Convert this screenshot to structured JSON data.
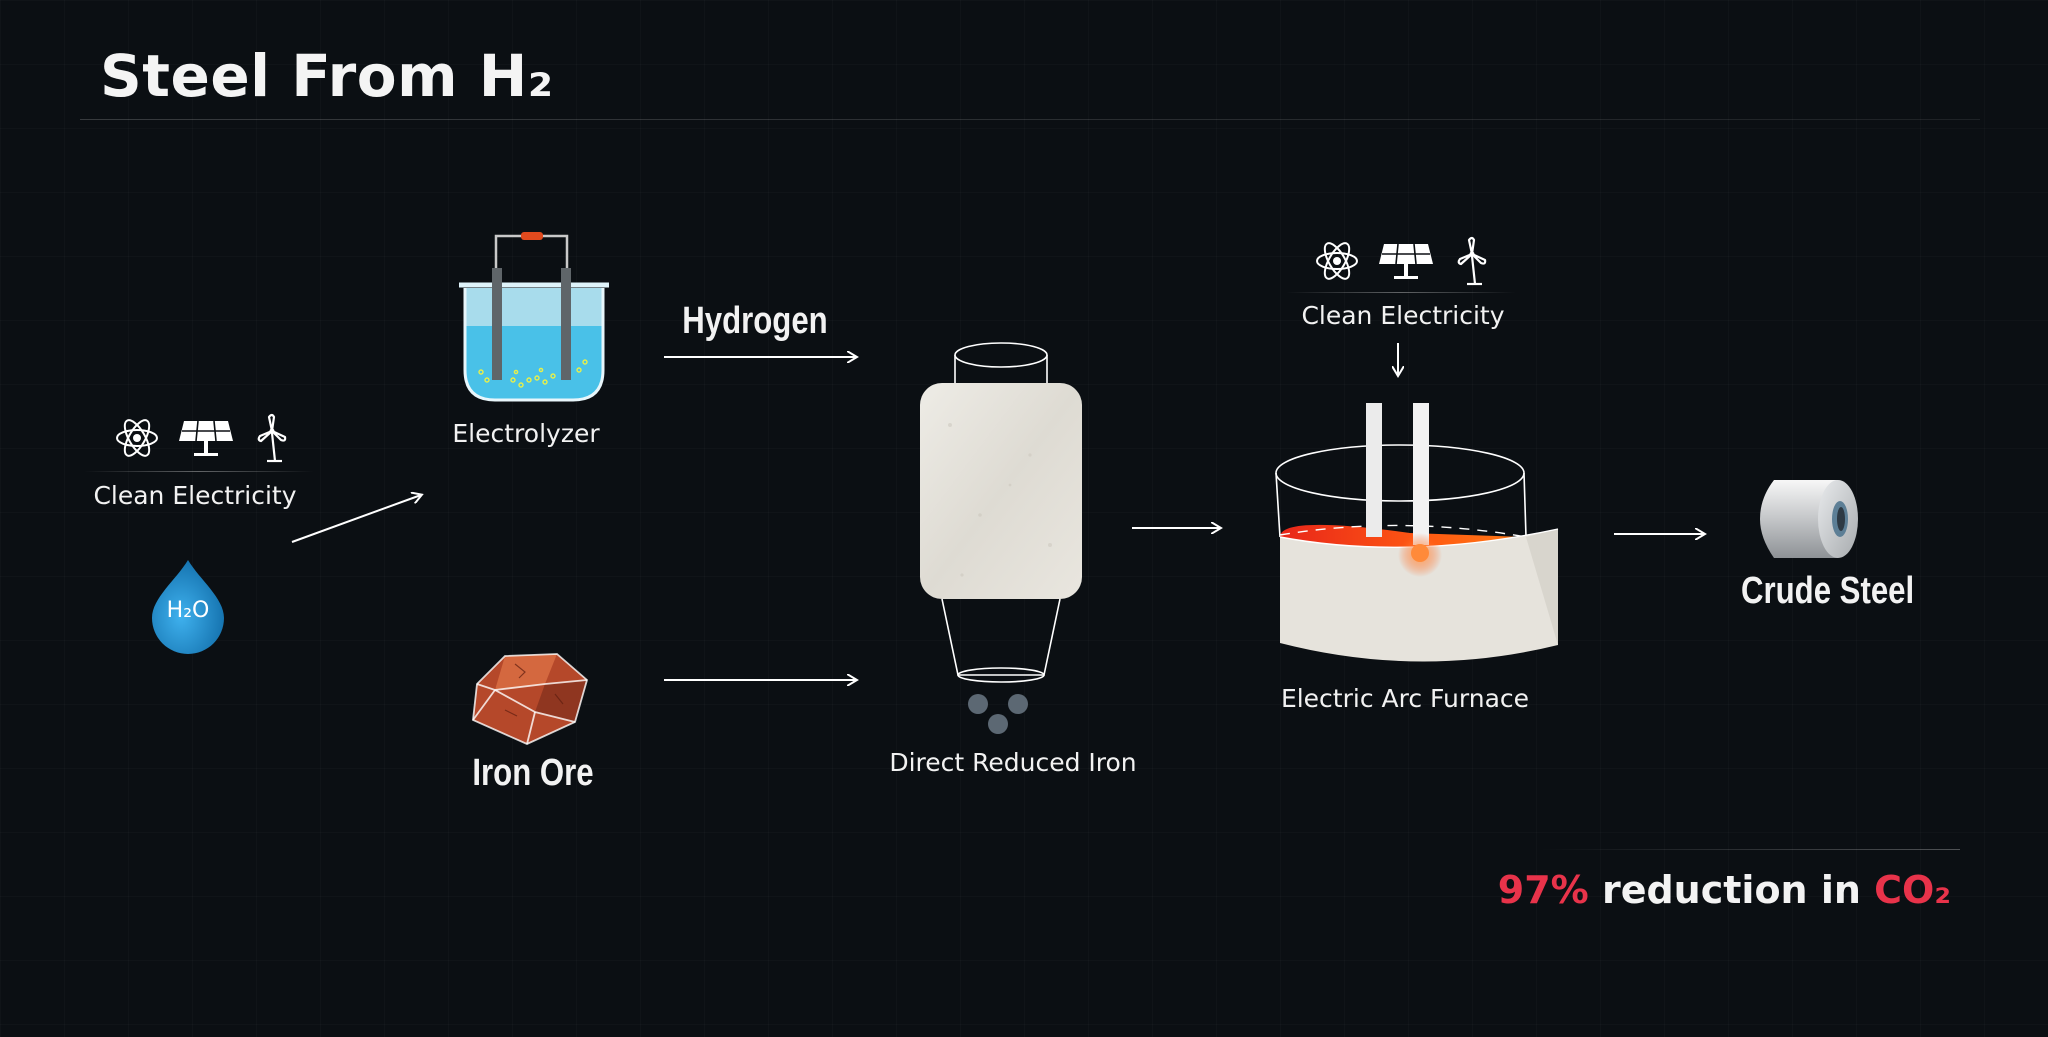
{
  "page": {
    "title": "Steel From H₂"
  },
  "labels": {
    "clean_electricity_left": "Clean Electricity",
    "h2o": "H₂O",
    "electrolyzer": "Electrolyzer",
    "hydrogen": "Hydrogen",
    "iron_ore": "Iron Ore",
    "direct_reduced_iron": "Direct Reduced Iron",
    "clean_electricity_right": "Clean Electricity",
    "electric_arc_furnace": "Electric Arc Furnace",
    "crude_steel": "Crude Steel"
  },
  "footer": {
    "percent": "97%",
    "middle": " reduction in ",
    "gas": "CO₂"
  },
  "icons": [
    "atom-icon",
    "solar-panel-icon",
    "wind-turbine-icon"
  ],
  "colors": {
    "background": "#0b0f13",
    "accent_red": "#e8334a",
    "water_blue": "#1e8fd6",
    "molten_orange": "#ff5a12"
  }
}
